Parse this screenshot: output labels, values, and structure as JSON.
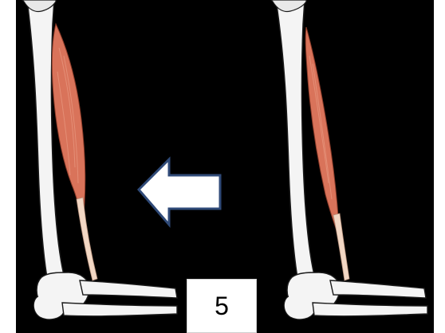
{
  "colors": {
    "background": "#000000",
    "bone": "#f4f4f4",
    "bone_outline": "#1a1a1a",
    "muscle": "#d9735a",
    "muscle_highlight": "#e89a82",
    "tendon": "#f2d7c4",
    "arrow_fill": "#ffffff",
    "arrow_stroke": "#2f4a78"
  },
  "figure": {
    "left": {
      "label": "",
      "muscle_state": "contracted"
    },
    "right": {
      "label": "",
      "muscle_state": "relaxed"
    },
    "arrow": {
      "direction": "left",
      "icon": "left-arrow-icon"
    },
    "number_label": "5"
  }
}
